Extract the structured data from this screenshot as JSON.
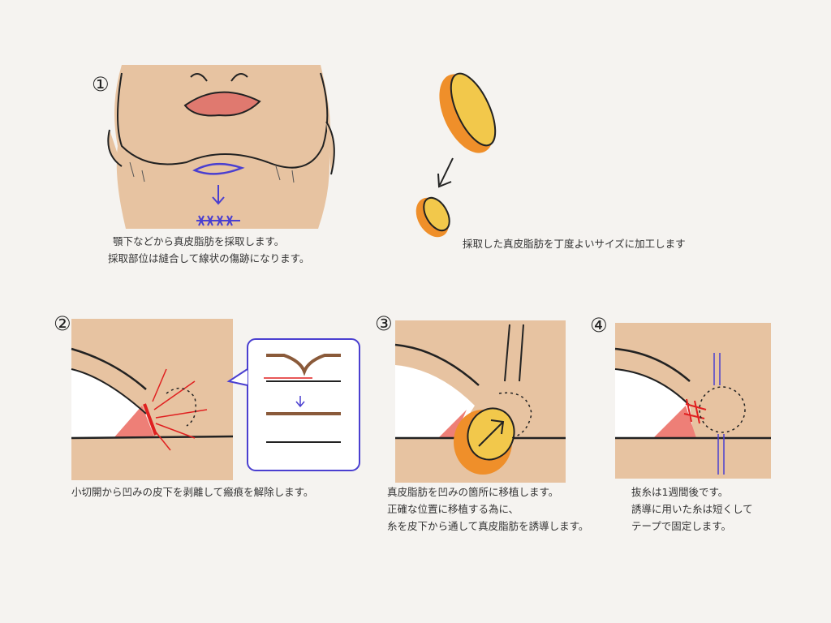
{
  "steps": [
    {
      "number": "①",
      "caption": [
        "顎下などから真皮脂肪を採取します。",
        "採取部位は縫合して線状の傷跡になります。"
      ]
    },
    {
      "number": "",
      "caption": [
        "採取した真皮脂肪を丁度よいサイズに加工します"
      ]
    },
    {
      "number": "②",
      "caption": [
        "小切開から凹みの皮下を剥離して瘢痕を解除します。"
      ]
    },
    {
      "number": "③",
      "caption": [
        "真皮脂肪を凹みの箇所に移植します。",
        "正確な位置に移植する為に、",
        "糸を皮下から通して真皮脂肪を誘導します。"
      ]
    },
    {
      "number": "④",
      "caption": [
        "抜糸は1週間後です。",
        "誘導に用いた糸は短くして",
        "テープで固定します。"
      ]
    }
  ],
  "colors": {
    "skin": "#e7c3a1",
    "fat": "#f2c84b",
    "fat_edge": "#ef8f2a",
    "suture": "#4a3fd0",
    "incision": "#e02020",
    "mucosa": "#ee7f77"
  }
}
